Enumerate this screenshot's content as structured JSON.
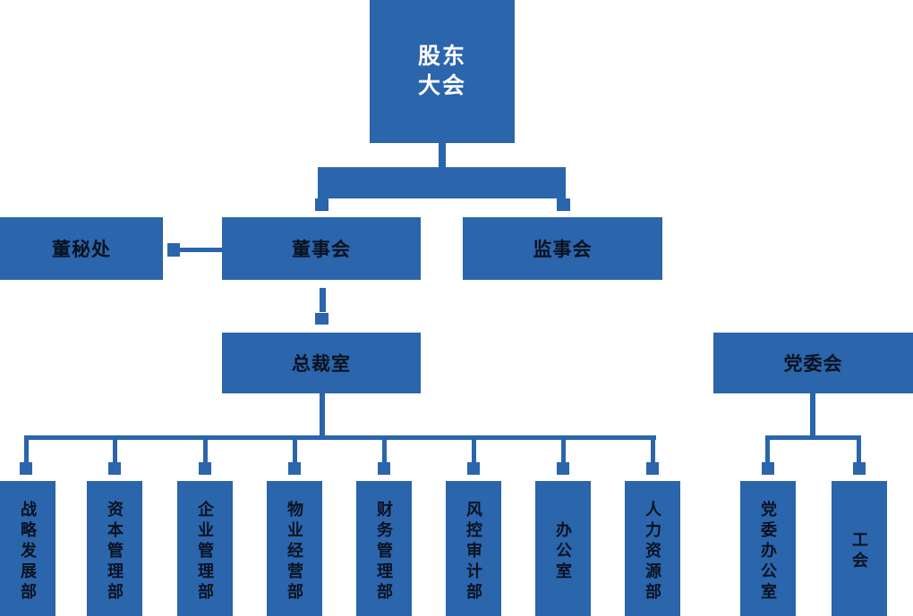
{
  "palette": {
    "box_blue": "#2B65AC",
    "root_text": "#FFFFFF",
    "node_text": "#0A1220",
    "background": "#FFFFFF"
  },
  "nodes": {
    "shareholders": {
      "line1": "股东",
      "line2": "大会"
    },
    "board_secretary_office": {
      "label": "董秘处"
    },
    "board_of_directors": {
      "label": "董事会"
    },
    "board_of_supervisors": {
      "label": "监事会"
    },
    "president_office": {
      "label": "总裁室"
    },
    "party_committee": {
      "label": "党委会"
    },
    "departments": [
      {
        "label": "战略发展部"
      },
      {
        "label": "资本管理部"
      },
      {
        "label": "企业管理部"
      },
      {
        "label": "物业经营部"
      },
      {
        "label": "财务管理部"
      },
      {
        "label": "风控审计部"
      },
      {
        "label": "办公室"
      },
      {
        "label": "人力资源部"
      }
    ],
    "party_departments": [
      {
        "label": "党委办公室"
      },
      {
        "label": "工会"
      }
    ]
  }
}
